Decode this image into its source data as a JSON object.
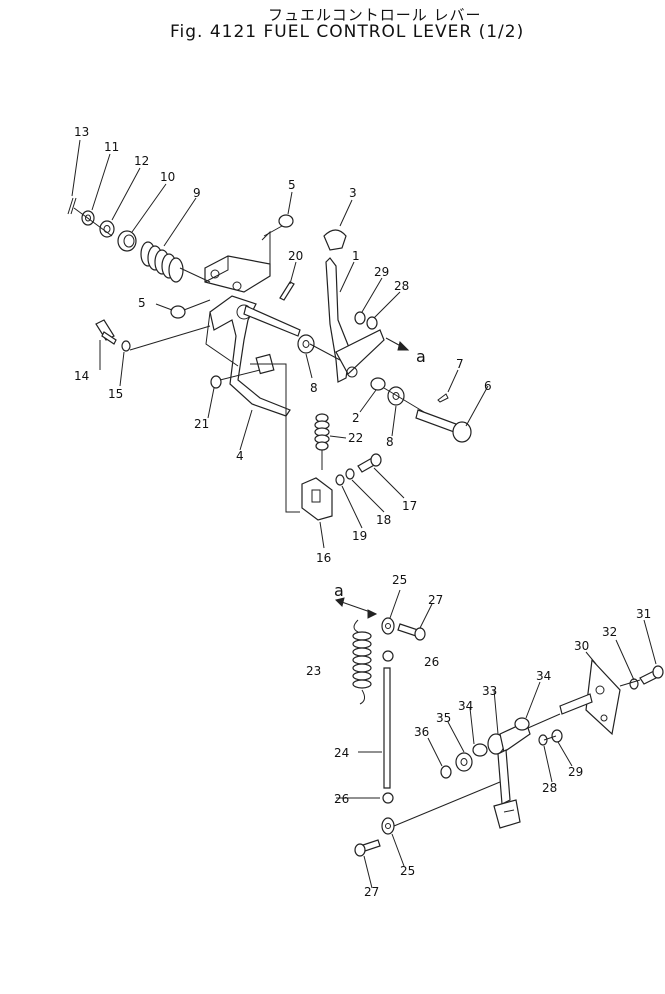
{
  "title_jp": "フュエルコントロール レバー",
  "title_en": "Fig. 4121 FUEL CONTROL LEVER (1/2)",
  "reference_letter": "a",
  "callouts": [
    {
      "id": "13",
      "label": "13"
    },
    {
      "id": "11",
      "label": "11"
    },
    {
      "id": "12",
      "label": "12"
    },
    {
      "id": "10",
      "label": "10"
    },
    {
      "id": "9",
      "label": "9"
    },
    {
      "id": "5a",
      "label": "5"
    },
    {
      "id": "3",
      "label": "3"
    },
    {
      "id": "20",
      "label": "20"
    },
    {
      "id": "1",
      "label": "1"
    },
    {
      "id": "29a",
      "label": "29"
    },
    {
      "id": "28a",
      "label": "28"
    },
    {
      "id": "5b",
      "label": "5"
    },
    {
      "id": "14",
      "label": "14"
    },
    {
      "id": "15",
      "label": "15"
    },
    {
      "id": "8a",
      "label": "8"
    },
    {
      "id": "7",
      "label": "7"
    },
    {
      "id": "6",
      "label": "6"
    },
    {
      "id": "21",
      "label": "21"
    },
    {
      "id": "2",
      "label": "2"
    },
    {
      "id": "8b",
      "label": "8"
    },
    {
      "id": "4",
      "label": "4"
    },
    {
      "id": "22",
      "label": "22"
    },
    {
      "id": "17",
      "label": "17"
    },
    {
      "id": "18",
      "label": "18"
    },
    {
      "id": "19",
      "label": "19"
    },
    {
      "id": "16",
      "label": "16"
    },
    {
      "id": "25a",
      "label": "25"
    },
    {
      "id": "27a",
      "label": "27"
    },
    {
      "id": "31",
      "label": "31"
    },
    {
      "id": "23",
      "label": "23"
    },
    {
      "id": "26a",
      "label": "26"
    },
    {
      "id": "32",
      "label": "32"
    },
    {
      "id": "30",
      "label": "30"
    },
    {
      "id": "34a",
      "label": "34"
    },
    {
      "id": "33",
      "label": "33"
    },
    {
      "id": "34b",
      "label": "34"
    },
    {
      "id": "35",
      "label": "35"
    },
    {
      "id": "36",
      "label": "36"
    },
    {
      "id": "24",
      "label": "24"
    },
    {
      "id": "29b",
      "label": "29"
    },
    {
      "id": "28b",
      "label": "28"
    },
    {
      "id": "26b",
      "label": "26"
    },
    {
      "id": "25b",
      "label": "25"
    },
    {
      "id": "27b",
      "label": "27"
    }
  ]
}
